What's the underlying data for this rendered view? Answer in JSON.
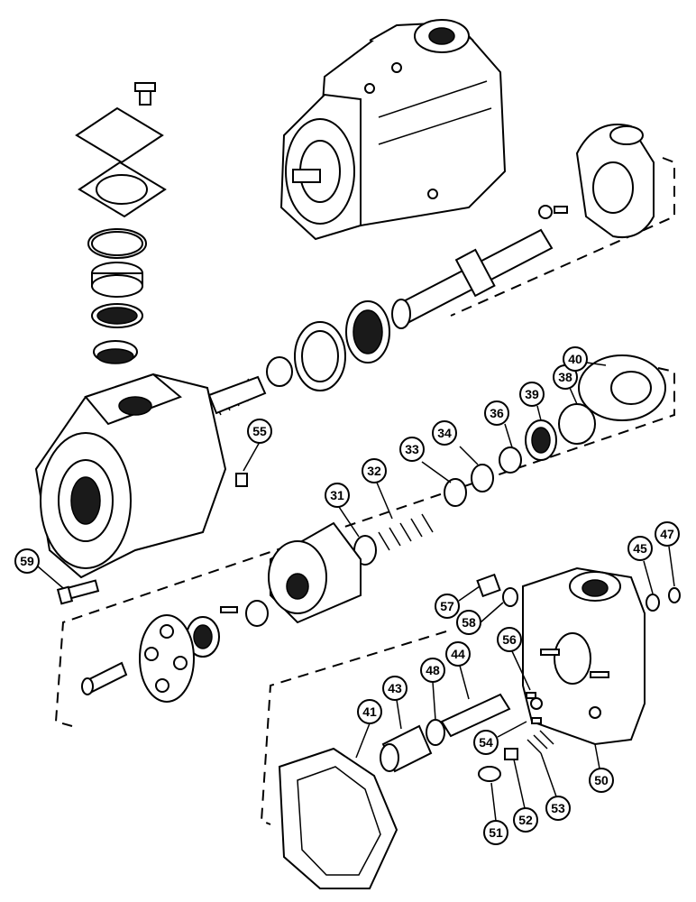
{
  "diagram": {
    "callouts": [
      {
        "id": "c55",
        "label": "55"
      },
      {
        "id": "c59",
        "label": "59"
      },
      {
        "id": "c31",
        "label": "31"
      },
      {
        "id": "c32",
        "label": "32"
      },
      {
        "id": "c33",
        "label": "33"
      },
      {
        "id": "c34",
        "label": "34"
      },
      {
        "id": "c36",
        "label": "36"
      },
      {
        "id": "c39",
        "label": "39"
      },
      {
        "id": "c38",
        "label": "38"
      },
      {
        "id": "c40",
        "label": "40"
      },
      {
        "id": "c45",
        "label": "45"
      },
      {
        "id": "c47",
        "label": "47"
      },
      {
        "id": "c57",
        "label": "57"
      },
      {
        "id": "c58",
        "label": "58"
      },
      {
        "id": "c56",
        "label": "56"
      },
      {
        "id": "c44",
        "label": "44"
      },
      {
        "id": "c48",
        "label": "48"
      },
      {
        "id": "c43",
        "label": "43"
      },
      {
        "id": "c41",
        "label": "41"
      },
      {
        "id": "c54",
        "label": "54"
      },
      {
        "id": "c50",
        "label": "50"
      },
      {
        "id": "c51",
        "label": "51"
      },
      {
        "id": "c52",
        "label": "52"
      },
      {
        "id": "c53",
        "label": "53"
      }
    ]
  }
}
